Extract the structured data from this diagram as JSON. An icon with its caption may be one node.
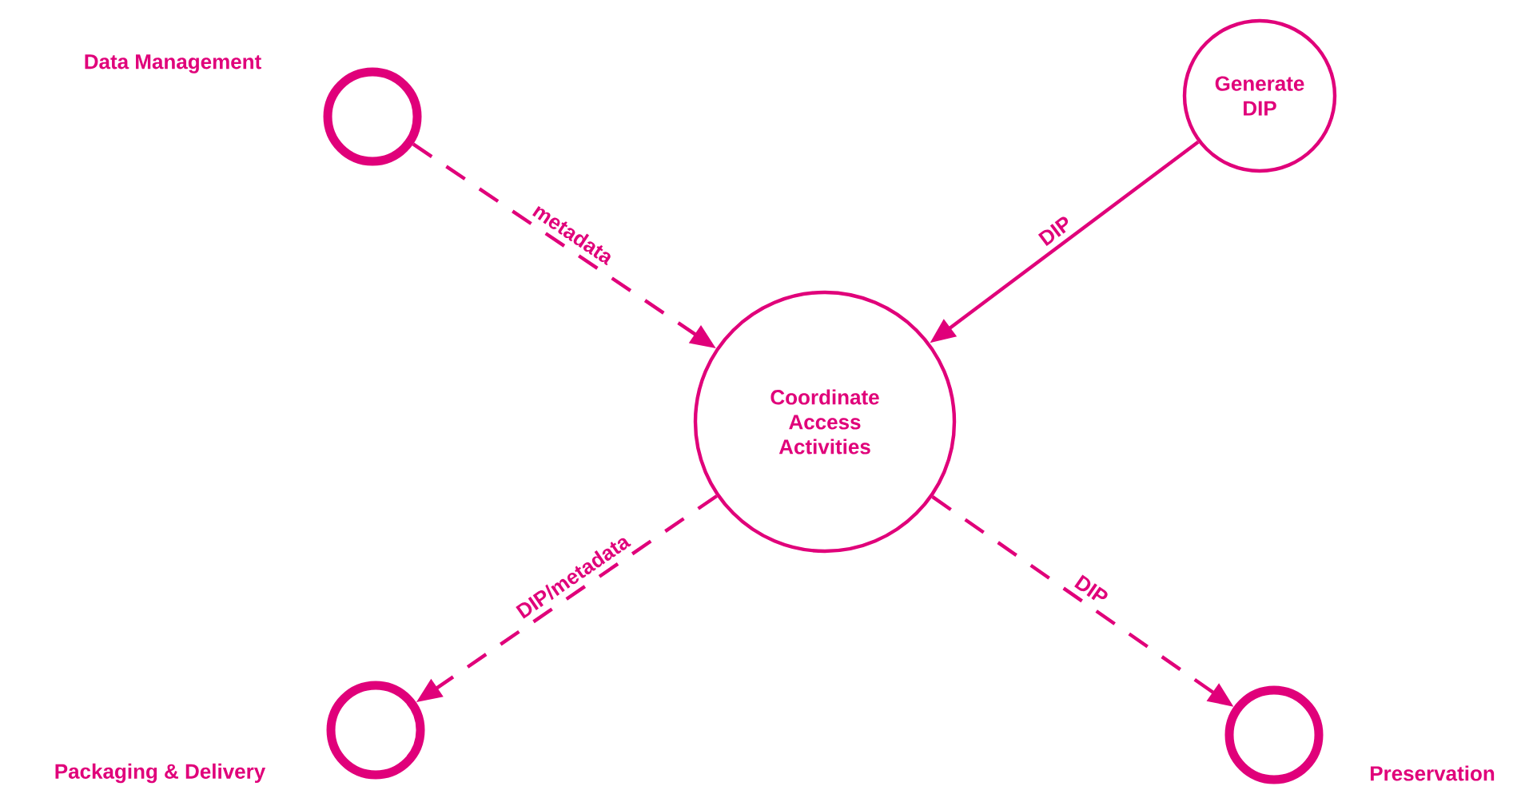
{
  "diagram": {
    "nodes": [
      {
        "text": [
          "Data Management"
        ]
      },
      {
        "text": [
          "Generate DIP"
        ]
      },
      {
        "text": [
          "Coordinate Access Activities"
        ]
      },
      {
        "text": [
          "Packaging & Delivery"
        ]
      },
      {
        "text": [
          "Preservation"
        ]
      }
    ],
    "edges": [
      {
        "from": 0,
        "to": 2,
        "arrow": "to",
        "label": "metadata",
        "style": "dashed"
      },
      {
        "from": 1,
        "to": 2,
        "arrow": "to",
        "label": "DIP"
      },
      {
        "from": 2,
        "to": 3,
        "arrow": "to",
        "label": "DIP/metadata",
        "style": "dashed"
      },
      {
        "from": 2,
        "to": 4,
        "arrow": "to",
        "label": "DIP",
        "style": "dashed"
      }
    ]
  }
}
